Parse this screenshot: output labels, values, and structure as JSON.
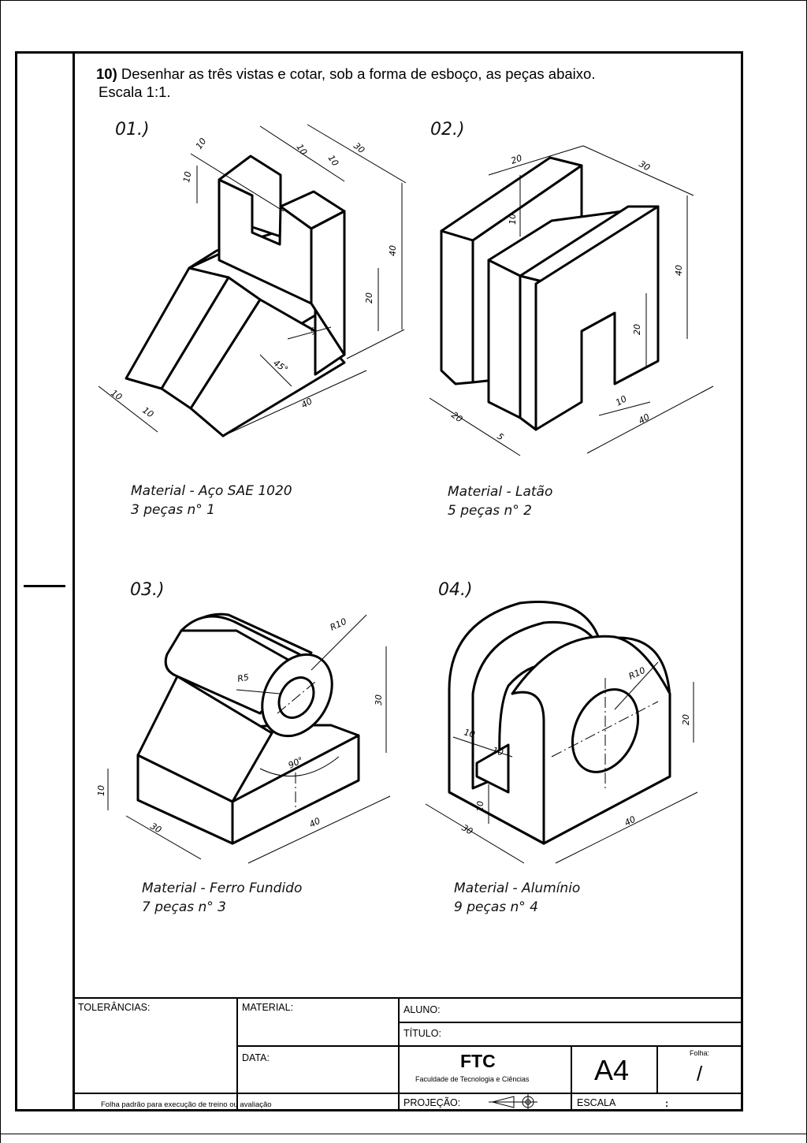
{
  "exercise": {
    "number": "10)",
    "text": " Desenhar as três vistas e cotar, sob a forma de esboço, as peças abaixo.",
    "scale": "Escala 1:1."
  },
  "pieces": [
    {
      "label": "01.)",
      "material": "Material  -  Aço SAE 1020",
      "qty": "3  peças  n° 1",
      "dims": [
        "10",
        "10",
        "10",
        "10",
        "30",
        "40",
        "20",
        "5",
        "45°",
        "10",
        "10",
        "40"
      ]
    },
    {
      "label": "02.)",
      "material": "Material  -  Latão",
      "qty": "5  peças  n° 2",
      "dims": [
        "20",
        "30",
        "10",
        "40",
        "20",
        "20",
        "5",
        "10",
        "40"
      ]
    },
    {
      "label": "03.)",
      "material": "Material  -  Ferro Fundido",
      "qty": "7  peças  n° 3",
      "dims": [
        "R10",
        "R5",
        "30",
        "90°",
        "10",
        "30",
        "40"
      ]
    },
    {
      "label": "04.)",
      "material": "Material  -  Alumínio",
      "qty": "9  peças  n° 4",
      "dims": [
        "R10",
        "10",
        "10",
        "20",
        "10",
        "30",
        "40"
      ]
    }
  ],
  "title_block": {
    "tolerancias": "TOLERÂNCIAS:",
    "material": "MATERIAL:",
    "aluno": "ALUNO:",
    "titulo": "TÍTULO:",
    "data": "DATA:",
    "institution": "FTC",
    "institution_full": "Faculdade de Tecnologia e Ciências",
    "format": "A4",
    "folha_label": "Folha:",
    "folha_value": "/",
    "footnote": "Folha padrão para execução de treino ou avaliação",
    "projecao": "PROJEÇÃO:",
    "escala": "ESCALA",
    "escala_value": ":"
  }
}
